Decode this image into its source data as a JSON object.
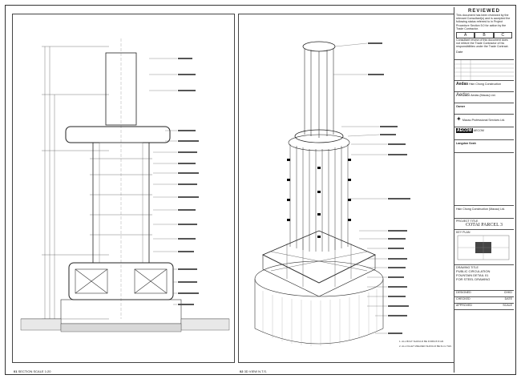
{
  "stamp": {
    "status": "REVIEWED",
    "header_line": "",
    "body": "This document has been reviewed by the relevant Consultant(s) and is accepted the following status referred to in Project Procedure Section 5.0 for action by the Trade Contractor.",
    "options": [
      "A",
      "B",
      "C"
    ],
    "disclaimer": "Consultant review of this document does not relieve the Trade Contractor of his responsibilities under the Trade Contract.",
    "date_label": "Date"
  },
  "companies": [
    {
      "name": "Hsin Chong Construction",
      "sub": "",
      "logo": "Aedas"
    },
    {
      "name": "Aedas (Macau) Ltd.",
      "sub": "",
      "logo": "Aedas"
    },
    {
      "name": "Owner",
      "sub": "",
      "logo": "Owner"
    },
    {
      "name": "Macau Professional Services Ltd.",
      "sub": "",
      "logo": ""
    },
    {
      "name": "AECOM",
      "sub": "",
      "logo": "AECOM"
    },
    {
      "name": "Langdon Seah",
      "sub": "",
      "logo": "Langdon Seah"
    }
  ],
  "contractor": "Hsin Chong Construction (Macau) Ltd.",
  "project": {
    "title_label": "PROJECT TITLE",
    "title": "COTAI PARCEL 3"
  },
  "key_plan_label": "KEY PLAN",
  "drawing": {
    "title_label": "DRAWING TITLE",
    "title_lines": [
      "PUBLIC CIRCULATION",
      "FOUNTAIN DETAIL 01",
      "FOR STEEL DRAWING"
    ],
    "rows": [
      [
        "DESIGNED",
        "CHKD"
      ],
      [
        "CHECKED",
        "DATE"
      ],
      [
        "APPROVED",
        "SCALE"
      ]
    ]
  },
  "views": [
    {
      "num": "01",
      "title": "SECTION",
      "scale": "SCALE 1:20"
    },
    {
      "num": "02",
      "title": "3D VIEW",
      "scale": "N.T.S."
    }
  ],
  "notes": [
    "1. ALL BOLT SHOULD BE FORM 8.8 GR.",
    "2. ALL FILLET WELDED SHOULD BE 6mm THK."
  ]
}
